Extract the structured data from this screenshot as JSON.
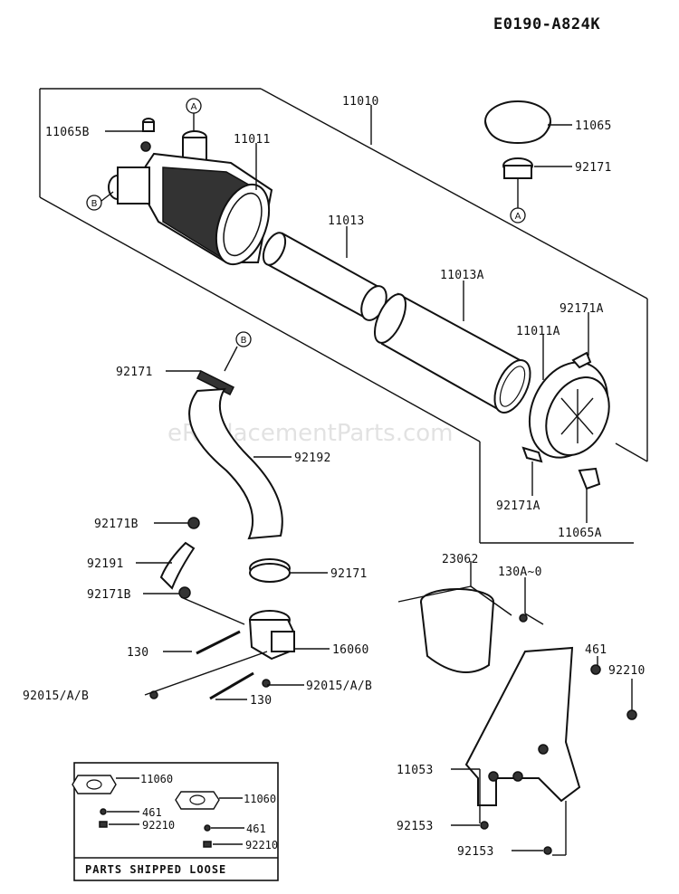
{
  "diagram_code": "E0190-A824K",
  "watermark": "eReplacementParts.com",
  "callouts": {
    "a_top": "A",
    "a_mid": "A",
    "b_left": "B",
    "b_hose": "B"
  },
  "labels": {
    "p11065B": "11065B",
    "p11011": "11011",
    "p11010": "11010",
    "p11065": "11065",
    "p92171_cap": "92171",
    "p11013": "11013",
    "p11013A": "11013A",
    "p92171A_top": "92171A",
    "p11011A": "11011A",
    "p92171_hose": "92171",
    "p92192": "92192",
    "p92171A_bottom": "92171A",
    "p11065A": "11065A",
    "p92171B_top": "92171B",
    "p92191": "92191",
    "p92171B_bottom": "92171B",
    "p92171_clamp": "92171",
    "p23062": "23062",
    "p130A": "130A~0",
    "p130_a": "130",
    "p16060": "16060",
    "p461": "461",
    "p92210": "92210",
    "p92015_left": "92015/A/B",
    "p92015_right": "92015/A/B",
    "p130_b": "130",
    "p11053": "11053",
    "p92153_a": "92153",
    "p92153_b": "92153"
  },
  "loose_box": {
    "title": "PARTS SHIPPED LOOSE",
    "gasket_a": "11060",
    "nut_a": "461",
    "washer_a": "92210",
    "gasket_b": "11060",
    "nut_b": "461",
    "washer_b": "92210"
  }
}
